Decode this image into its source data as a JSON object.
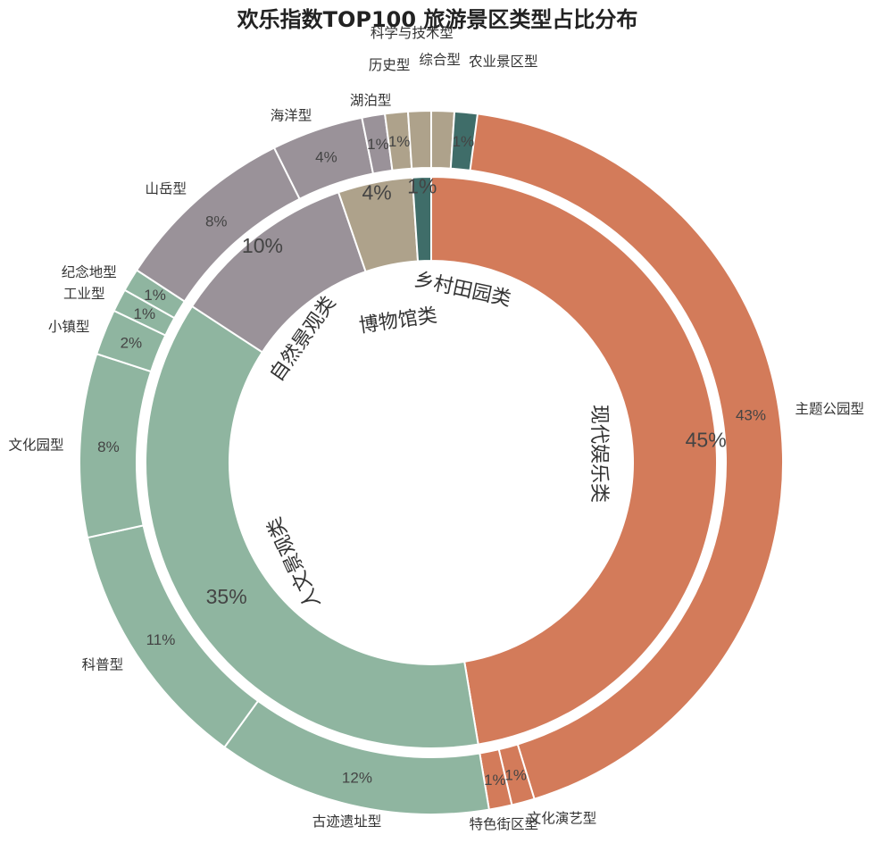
{
  "chart_data": {
    "type": "pie",
    "title": "欢乐指数TOP100 旅游景区类型占比分布",
    "inner_ring": [
      {
        "category": "现代娱乐类",
        "percent_label": "45%",
        "value": 45,
        "color": "#D37B5A"
      },
      {
        "category": "人文景观类",
        "percent_label": "35%",
        "value": 35,
        "color": "#8FB5A0"
      },
      {
        "category": "自然景观类",
        "percent_label": "10%",
        "value": 10,
        "color": "#9A9299"
      },
      {
        "category": "博物馆类",
        "percent_label": "4%",
        "value": 4,
        "color": "#AEA28B"
      },
      {
        "category": "乡村田园类",
        "percent_label": "1%",
        "value": 1,
        "color": "#3F6D69"
      }
    ],
    "outer_ring": [
      {
        "name": "主题公园型",
        "percent_label": "43%",
        "value": 43,
        "parent": "现代娱乐类"
      },
      {
        "name": "文化演艺型",
        "percent_label": "1%",
        "value": 1,
        "parent": "现代娱乐类"
      },
      {
        "name": "特色街区型",
        "percent_label": "1%",
        "value": 1,
        "parent": "现代娱乐类"
      },
      {
        "name": "古迹遗址型",
        "percent_label": "12%",
        "value": 12,
        "parent": "人文景观类"
      },
      {
        "name": "科普型",
        "percent_label": "11%",
        "value": 11,
        "parent": "人文景观类"
      },
      {
        "name": "文化园型",
        "percent_label": "8%",
        "value": 8,
        "parent": "人文景观类"
      },
      {
        "name": "小镇型",
        "percent_label": "2%",
        "value": 2,
        "parent": "人文景观类"
      },
      {
        "name": "工业型",
        "percent_label": "1%",
        "value": 1,
        "parent": "人文景观类"
      },
      {
        "name": "纪念地型",
        "percent_label": "1%",
        "value": 1,
        "parent": "人文景观类"
      },
      {
        "name": "山岳型",
        "percent_label": "8%",
        "value": 8,
        "parent": "自然景观类"
      },
      {
        "name": "海洋型",
        "percent_label": "4%",
        "value": 4,
        "parent": "自然景观类"
      },
      {
        "name": "湖泊型",
        "percent_label": "1%",
        "value": 1,
        "parent": "自然景观类"
      },
      {
        "name": "历史型",
        "percent_label": "1%",
        "value": 1,
        "parent": "博物馆类"
      },
      {
        "name": "科学与技术型",
        "percent_label": "",
        "value": 1,
        "parent": "博物馆类"
      },
      {
        "name": "综合型",
        "percent_label": "",
        "value": 1,
        "parent": "博物馆类"
      },
      {
        "name": "农业景区型",
        "percent_label": "1%",
        "value": 1,
        "parent": "乡村田园类"
      }
    ]
  }
}
